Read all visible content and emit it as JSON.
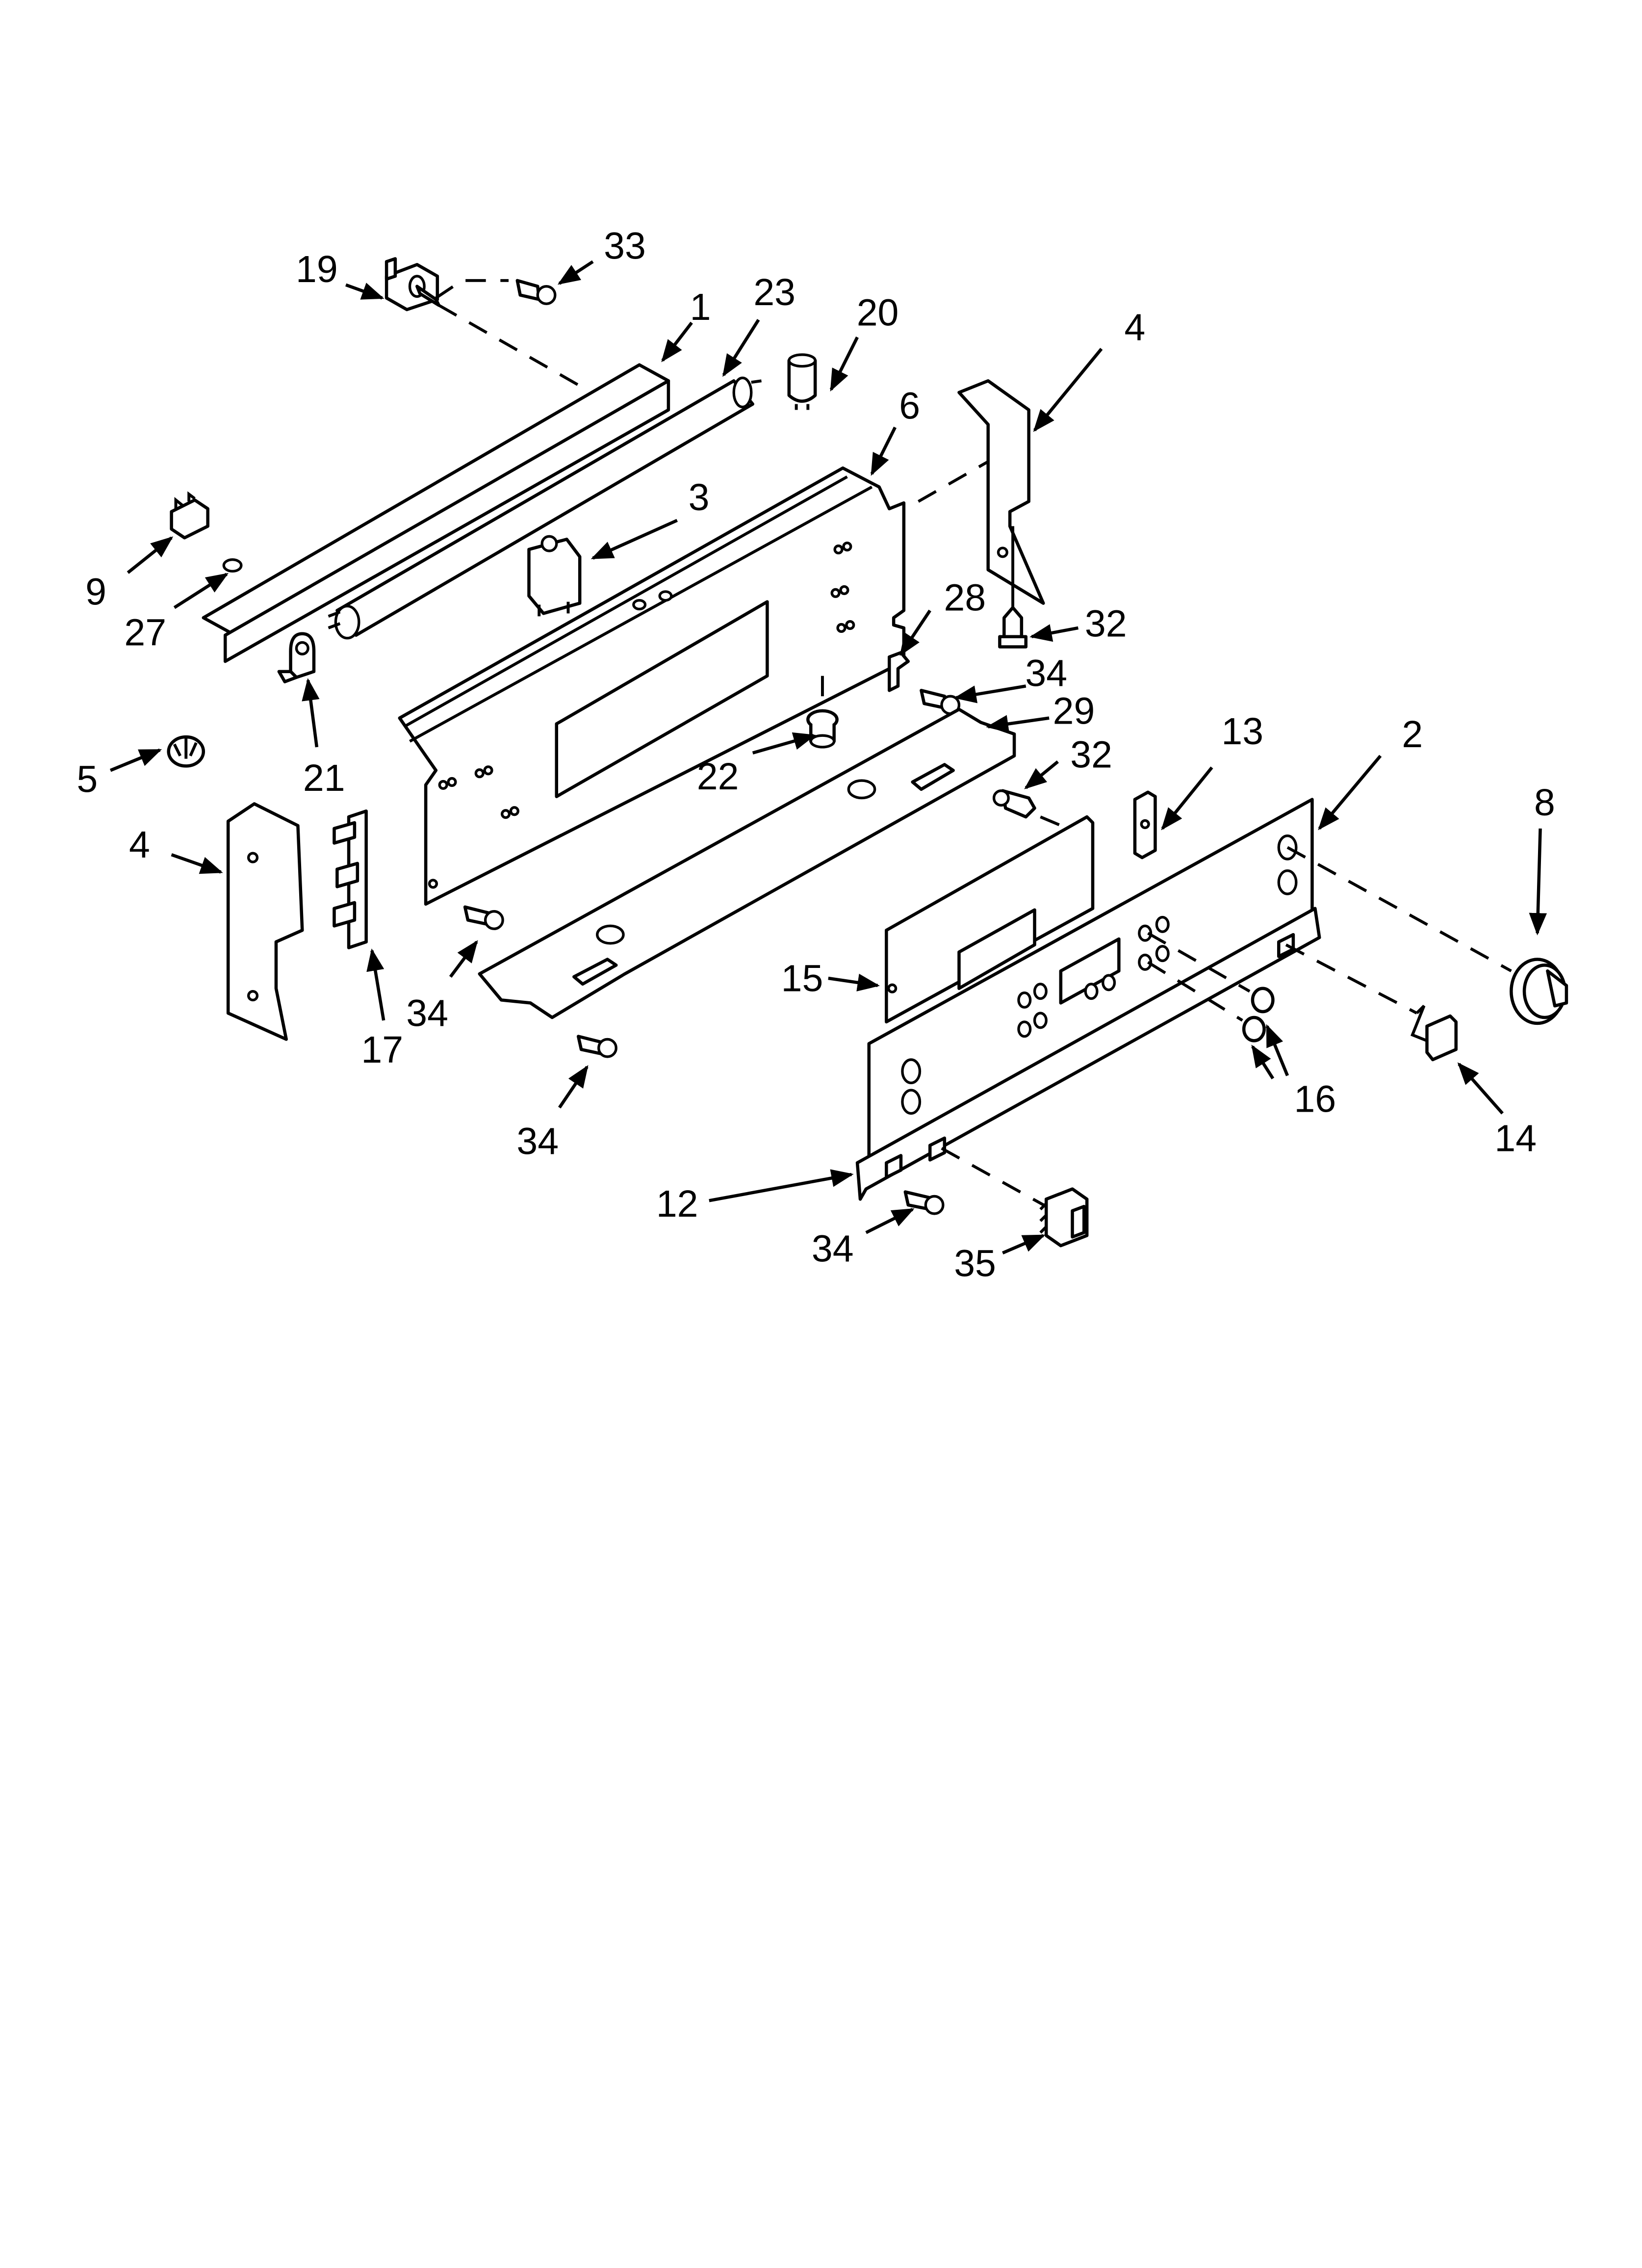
{
  "diagram": {
    "type": "exploded-parts-diagram",
    "ink_color": "#000000",
    "background_color": "#ffffff",
    "callouts": [
      {
        "id": "c19",
        "label": "19",
        "part": "switch"
      },
      {
        "id": "c33",
        "label": "33",
        "part": "screw"
      },
      {
        "id": "c1",
        "label": "1",
        "part": "lamp-shield"
      },
      {
        "id": "c23",
        "label": "23",
        "part": "fluorescent-tube"
      },
      {
        "id": "c20",
        "label": "20",
        "part": "capacitor"
      },
      {
        "id": "c6",
        "label": "6",
        "part": "control-panel-bracket"
      },
      {
        "id": "c4a",
        "label": "4",
        "part": "end-cap-right"
      },
      {
        "id": "c3",
        "label": "3",
        "part": "circuit-breaker"
      },
      {
        "id": "c9",
        "label": "9",
        "part": "lamp-holder"
      },
      {
        "id": "c27",
        "label": "27",
        "part": "grommet"
      },
      {
        "id": "c28",
        "label": "28",
        "part": "clip"
      },
      {
        "id": "c32a",
        "label": "32",
        "part": "screw"
      },
      {
        "id": "c34a",
        "label": "34",
        "part": "screw"
      },
      {
        "id": "c21",
        "label": "21",
        "part": "lamp-clip"
      },
      {
        "id": "c22",
        "label": "22",
        "part": "indicator-light"
      },
      {
        "id": "c29",
        "label": "29",
        "part": "panel-support"
      },
      {
        "id": "c5",
        "label": "5",
        "part": "retainer"
      },
      {
        "id": "c32b",
        "label": "32",
        "part": "screw"
      },
      {
        "id": "c13",
        "label": "13",
        "part": "bracket"
      },
      {
        "id": "c2",
        "label": "2",
        "part": "control-panel"
      },
      {
        "id": "c8",
        "label": "8",
        "part": "knob"
      },
      {
        "id": "c4b",
        "label": "4",
        "part": "end-cap-left"
      },
      {
        "id": "c15",
        "label": "15",
        "part": "electronic-control"
      },
      {
        "id": "c34b",
        "label": "34",
        "part": "screw"
      },
      {
        "id": "c17",
        "label": "17",
        "part": "terminal-block"
      },
      {
        "id": "c16",
        "label": "16",
        "part": "indicator-lens"
      },
      {
        "id": "c14",
        "label": "14",
        "part": "switch"
      },
      {
        "id": "c34c",
        "label": "34",
        "part": "screw"
      },
      {
        "id": "c12",
        "label": "12",
        "part": "trim"
      },
      {
        "id": "c34d",
        "label": "34",
        "part": "screw"
      },
      {
        "id": "c35",
        "label": "35",
        "part": "rocker-switch"
      }
    ]
  }
}
